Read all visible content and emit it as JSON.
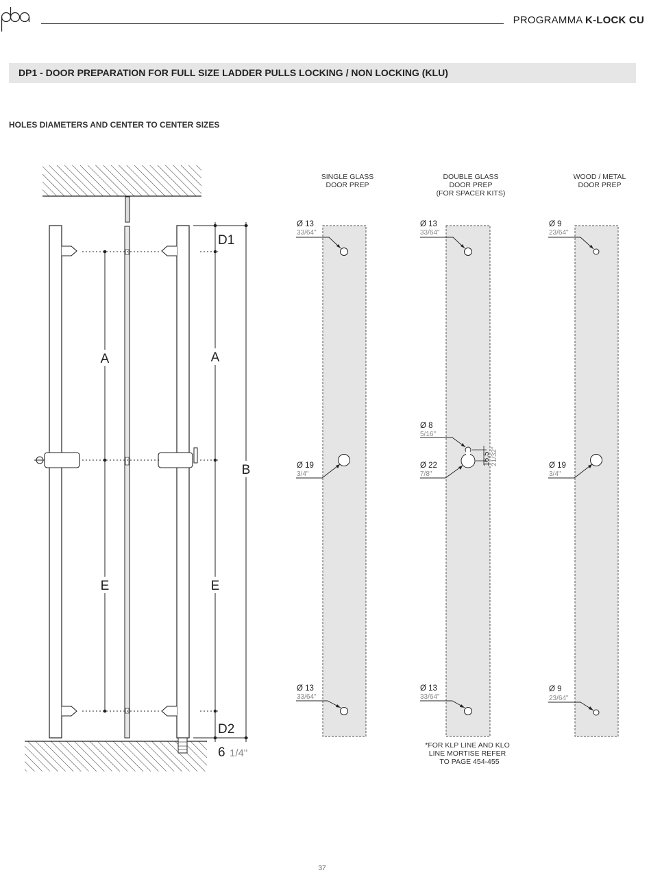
{
  "header": {
    "program_prefix": "PROGRAMMA",
    "program_name": "K-LOCK CU"
  },
  "title": "DP1 - DOOR PREPARATION FOR FULL SIZE LADDER PULLS LOCKING / NON LOCKING (KLU)",
  "subtitle": "HOLES DIAMETERS AND CENTER TO CENTER SIZES",
  "elevation": {
    "label_A_left": "A",
    "label_A_right": "A",
    "label_E_left": "E",
    "label_E_right": "E",
    "label_D1": "D1",
    "label_D2": "D2",
    "label_B": "B",
    "floor_gap_mm": "6",
    "floor_gap_in": "1/4\""
  },
  "columns": [
    {
      "heading": [
        "SINGLE GLASS",
        "DOOR PREP"
      ],
      "top": {
        "mm": "Ø 13",
        "in": "33/64\""
      },
      "middle": {
        "mm": "Ø 19",
        "in": "3/4\""
      },
      "bottom": {
        "mm": "Ø 13",
        "in": "33/64\""
      }
    },
    {
      "heading": [
        "DOUBLE GLASS",
        "DOOR PREP",
        "(FOR SPACER KITS)"
      ],
      "top": {
        "mm": "Ø 13",
        "in": "33/64\""
      },
      "middle_small": {
        "mm": "Ø 8",
        "in": "5/16\""
      },
      "middle": {
        "mm": "Ø 22",
        "in": "7/8\""
      },
      "offset": {
        "mm": "16,5",
        "in": "21/32\""
      },
      "bottom": {
        "mm": "Ø 13",
        "in": "33/64\""
      },
      "note": [
        "*FOR KLP LINE AND KLO",
        "LINE MORTISE REFER",
        "TO PAGE 454-455"
      ]
    },
    {
      "heading": [
        "WOOD / METAL",
        "DOOR PREP"
      ],
      "top": {
        "mm": "Ø 9",
        "in": "23/64\""
      },
      "middle": {
        "mm": "Ø 19",
        "in": "3/4\""
      },
      "bottom": {
        "mm": "Ø 9",
        "in": "23/64\""
      }
    }
  ],
  "page_number": "37",
  "colors": {
    "strip_fill": "#e5e5e5",
    "title_bar": "#e6e6e6",
    "line": "#222222"
  }
}
